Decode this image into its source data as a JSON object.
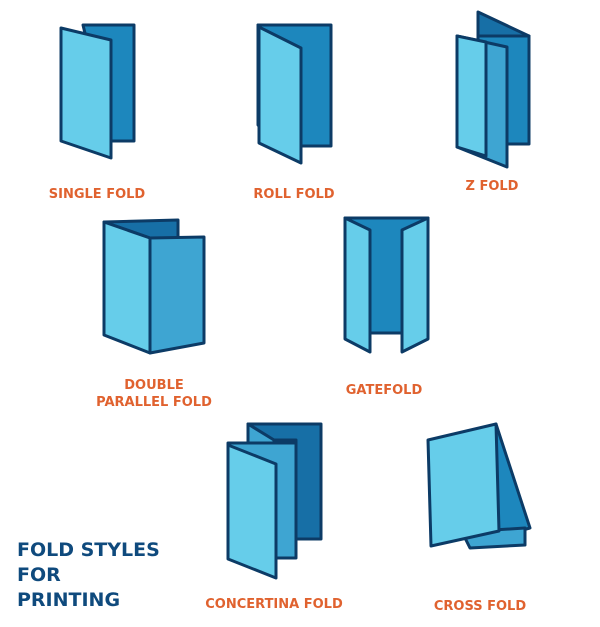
{
  "colors": {
    "outline": "#0c3b66",
    "light_panel": "#66cdea",
    "mid_panel": "#3ea5d2",
    "dark_panel": "#1d87bd",
    "darkest_panel": "#176fa6",
    "label_text": "#e0622f",
    "title_text": "#0f4a7d"
  },
  "title": {
    "line1": "FOLD STYLES",
    "line2": "FOR",
    "line3": "PRINTING"
  },
  "folds": [
    {
      "label": "SINGLE FOLD"
    },
    {
      "label": "ROLL FOLD"
    },
    {
      "label": "Z FOLD"
    },
    {
      "label_line1": "DOUBLE",
      "label_line2": "PARALLEL FOLD"
    },
    {
      "label": "GATEFOLD"
    },
    {
      "label": "CONCERTINA FOLD"
    },
    {
      "label": "CROSS FOLD"
    }
  ]
}
